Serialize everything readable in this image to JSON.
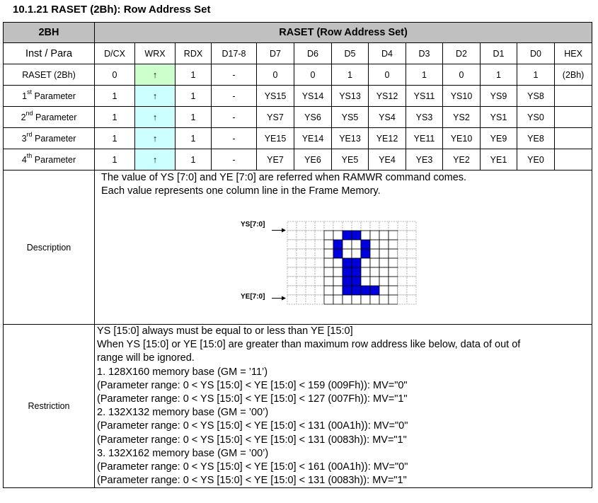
{
  "title": "10.1.21 RASET (2Bh): Row Address Set",
  "header": {
    "code": "2BH",
    "name": "RASET (Row Address Set)"
  },
  "columns": [
    "Inst / Para",
    "D/CX",
    "WRX",
    "RDX",
    "D17-8",
    "D7",
    "D6",
    "D5",
    "D4",
    "D3",
    "D2",
    "D1",
    "D0",
    "HEX"
  ],
  "rows": [
    {
      "label_main": "RASET (2Bh)",
      "label_sup": "",
      "label_rest": "",
      "dcx": "0",
      "wrx": "↑",
      "rdx": "1",
      "d17": "-",
      "bits": [
        "0",
        "0",
        "1",
        "0",
        "1",
        "0",
        "1",
        "1"
      ],
      "hex": "(2Bh)"
    },
    {
      "label_main": "1",
      "label_sup": "st",
      "label_rest": " Parameter",
      "dcx": "1",
      "wrx": "↑",
      "rdx": "1",
      "d17": "-",
      "bits": [
        "YS15",
        "YS14",
        "YS13",
        "YS12",
        "YS11",
        "YS10",
        "YS9",
        "YS8"
      ],
      "hex": ""
    },
    {
      "label_main": "2",
      "label_sup": "nd",
      "label_rest": " Parameter",
      "dcx": "1",
      "wrx": "↑",
      "rdx": "1",
      "d17": "-",
      "bits": [
        "YS7",
        "YS6",
        "YS5",
        "YS4",
        "YS3",
        "YS2",
        "YS1",
        "YS0"
      ],
      "hex": ""
    },
    {
      "label_main": "3",
      "label_sup": "rd",
      "label_rest": " Parameter",
      "dcx": "1",
      "wrx": "↑",
      "rdx": "1",
      "d17": "-",
      "bits": [
        "YE15",
        "YE14",
        "YE13",
        "YE12",
        "YE11",
        "YE10",
        "YE9",
        "YE8"
      ],
      "hex": ""
    },
    {
      "label_main": "4",
      "label_sup": "th",
      "label_rest": " Parameter",
      "dcx": "1",
      "wrx": "↑",
      "rdx": "1",
      "d17": "-",
      "bits": [
        "YE7",
        "YE6",
        "YE5",
        "YE4",
        "YE3",
        "YE2",
        "YE1",
        "YE0"
      ],
      "hex": ""
    }
  ],
  "description": {
    "label": "Description",
    "lines": [
      "The value of YS [7:0] and YE [7:0] are referred when RAMWR command comes.",
      "Each value represents one column line in the Frame Memory."
    ],
    "diagram": {
      "ys_label": "YS[7:0]",
      "ye_label": "YE[7:0]",
      "grid_cols": 14,
      "grid_rows": 9,
      "active_rows": [
        1,
        8
      ],
      "active_cols": [
        4,
        11
      ],
      "fill_color": "#0000dd",
      "filled": [
        [
          1,
          6
        ],
        [
          1,
          7
        ],
        [
          2,
          5
        ],
        [
          2,
          8
        ],
        [
          3,
          5
        ],
        [
          3,
          8
        ],
        [
          4,
          6
        ],
        [
          4,
          7
        ],
        [
          5,
          6
        ],
        [
          5,
          7
        ],
        [
          6,
          6
        ],
        [
          6,
          7
        ],
        [
          7,
          6
        ],
        [
          7,
          7
        ],
        [
          7,
          8
        ],
        [
          7,
          9
        ]
      ]
    }
  },
  "restriction": {
    "label": "Restriction",
    "lines": [
      "YS [15:0] always must be equal to or less than YE [15:0]",
      "When YS [15:0] or YE [15:0] are greater than maximum row address like below, data of out of",
      "range will be ignored.",
      "1. 128X160 memory base (GM = ’11’)",
      "(Parameter range: 0 < YS [15:0] < YE [15:0] < 159 (009Fh)): MV=\"0\"",
      "(Parameter range: 0 < YS [15:0] < YE [15:0] < 127 (007Fh)): MV=\"1\"",
      "2. 132X132 memory base (GM = ’00’)",
      "(Parameter range: 0 < YS [15:0] < YE [15:0] < 131 (00A1h)): MV=\"0\"",
      "(Parameter range: 0 < YS [15:0] < YE [15:0] < 131 (0083h)): MV=\"1\"",
      "3. 132X162 memory base (GM = ’00’)",
      "(Parameter range: 0 < YS [15:0] < YE [15:0] < 161 (00A1h)): MV=\"0\"",
      "(Parameter range: 0 < YS [15:0] < YE [15:0] < 131 (0083h)): MV=\"1\""
    ]
  }
}
